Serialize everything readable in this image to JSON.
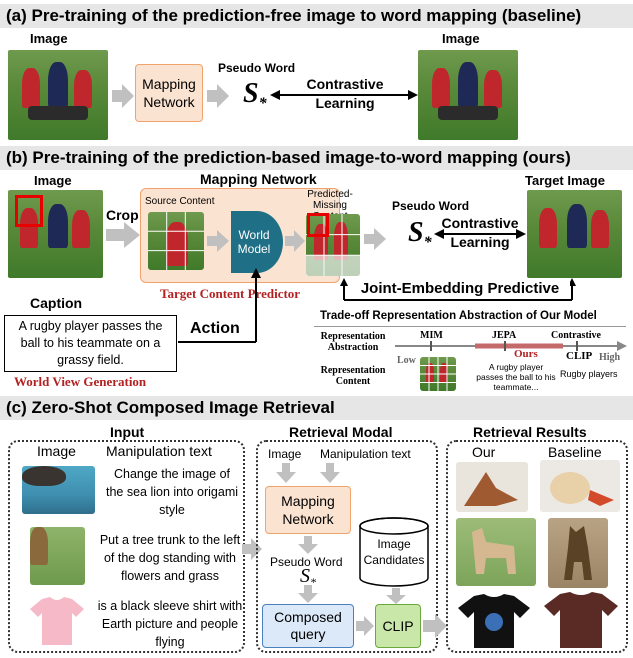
{
  "a": {
    "banner": "(a) Pre-training of the prediction-free image to word mapping (baseline)",
    "image_left": "Image",
    "image_right": "Image",
    "mapping_network": "Mapping Network",
    "pseudo_word": "Pseudo Word",
    "s_star": "S",
    "subscript": "*",
    "contrastive": "Contrastive",
    "learning": "Learning"
  },
  "b": {
    "banner": "(b) Pre-training of the prediction-based image-to-word mapping (ours)",
    "image": "Image",
    "crop": "Crop",
    "mapping_network_title": "Mapping Network",
    "source_content": "Source Content",
    "world_model": "World Model",
    "predicted_missing": "Predicted-Missing Content",
    "pseudo_word": "Pseudo Word",
    "s_star": "S",
    "subscript": "*",
    "contrastive": "Contrastive",
    "learning": "Learning",
    "target_image": "Target Image",
    "target_content_predictor": "Target Content Predictor",
    "joint_embedding": "Joint-Embedding Predictive",
    "caption_label": "Caption",
    "caption_text": "A rugby player passes the ball to his teammate on a grassy field.",
    "action": "Action",
    "world_view_generation": "World View Generation",
    "tradeoff_title": "Trade-off Representation Abstraction of Our Model",
    "repr_abstraction": "Representation Abstraction",
    "repr_content": "Representation Content",
    "mim": "MIM",
    "jepa": "JEPA",
    "contrastive_axis": "Contrastive",
    "low": "Low",
    "high": "High",
    "ours": "Ours",
    "clip": "CLIP",
    "ours_caption": "A rugby player passes the ball to his teammate...",
    "clip_caption": "Rugby players"
  },
  "c": {
    "banner": "(c) Zero-Shot Composed Image Retrieval",
    "input_title": "Input",
    "image_col": "Image",
    "manip_col": "Manipulation text",
    "texts": [
      "Change the image of the sea lion into origami style",
      "Put a tree trunk to the left of the dog standing with flowers and grass",
      "is a black sleeve shirt with Earth picture and people flying"
    ],
    "retrieval_modal_title": "Retrieval Modal",
    "rm_image": "Image",
    "rm_manip": "Manipulation text",
    "mapping_network": "Mapping Network",
    "pseudo_word": "Pseudo Word",
    "s_star": "S",
    "subscript": "*",
    "image_candidates": "Image Candidates",
    "composed_query": "Composed query",
    "clip": "CLIP",
    "results_title": "Retrieval Results",
    "our": "Our",
    "baseline": "Baseline"
  },
  "colors": {
    "peach": "#fbe3d1",
    "peach_border": "#f2a36c",
    "teal": "#1f6f86",
    "blue_box": "#dbe9f8",
    "green_box": "#c9e7a8",
    "dark_red": "#b22222",
    "red": "#e60000",
    "banner_gray": "#e6e6e6"
  }
}
